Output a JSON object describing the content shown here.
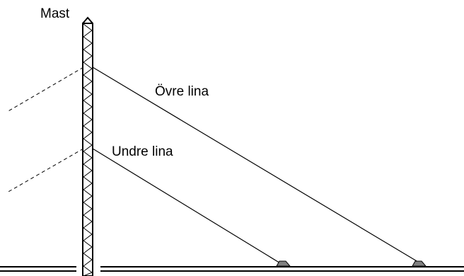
{
  "labels": {
    "mast": "Mast",
    "upper_line": "Övre lina",
    "lower_line": "Undre lina"
  },
  "colors": {
    "line": "#000000",
    "background": "#ffffff",
    "anchor": "#808080"
  }
}
